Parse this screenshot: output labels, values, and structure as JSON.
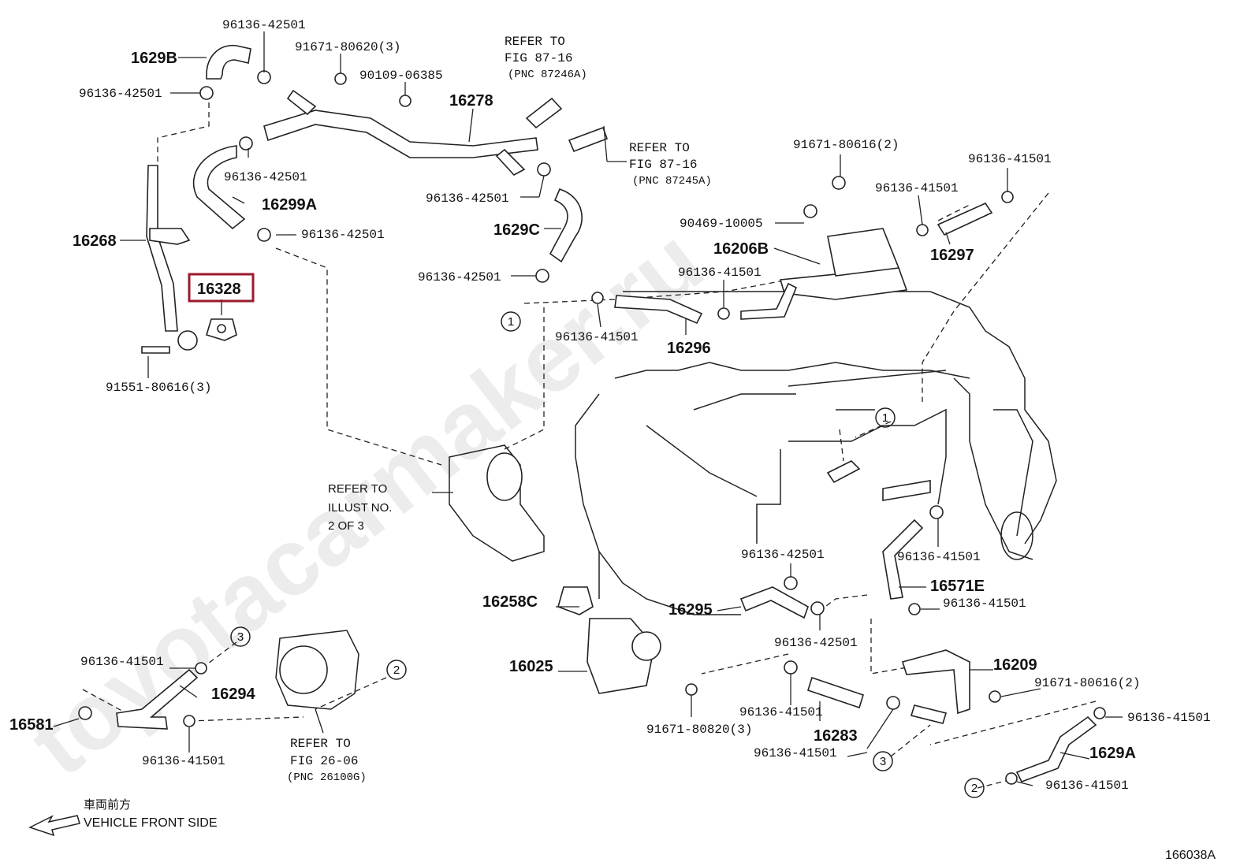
{
  "watermark": "toyotacarmaker.ru",
  "highlight_part": "16328",
  "part_numbers": {
    "p16298B": "1629B",
    "p16268": "16268",
    "p16328": "16328",
    "p16299A": "16299A",
    "p16278": "16278",
    "p16298C": "1629C",
    "p16296": "16296",
    "p16206B": "16206B",
    "p16297": "16297",
    "p16258C": "16258C",
    "p16025": "16025",
    "p16295": "16295",
    "p16571E": "16571E",
    "p16209": "16209",
    "p16283": "16283",
    "p16298A": "1629A",
    "p16294": "16294",
    "p16581": "16581"
  },
  "codes": {
    "c1": "96136-42501",
    "c2": "91671-80620(3)",
    "c3": "90109-06385",
    "c4": "96136-42501",
    "c5": "96136-42501",
    "c6": "96136-42501",
    "c7": "96136-42501",
    "c8": "96136-42501",
    "c9": "91551-80616(3)",
    "c10": "91671-80616(2)",
    "c11": "96136-41501",
    "c12": "96136-41501",
    "c13": "90469-10005",
    "c14": "96136-41501",
    "c15": "96136-41501",
    "c16": "96136-42501",
    "c17": "96136-41501",
    "c18": "96136-42501",
    "c19": "96136-41501",
    "c20": "91671-80616(2)",
    "c21": "96136-41501",
    "c22": "96136-41501",
    "c23": "91671-80820(3)",
    "c24": "96136-41501",
    "c25": "96136-41501",
    "c26": "96136-41501",
    "c27": "96136-41501"
  },
  "refs": {
    "r1_l1": "REFER TO",
    "r1_l2": "FIG 87-16",
    "r1_l3": "(PNC 87246A)",
    "r2_l1": "REFER TO",
    "r2_l2": "FIG 87-16",
    "r2_l3": "(PNC 87245A)",
    "r3_l1": "REFER TO",
    "r3_l2": "ILLUST NO.",
    "r3_l3": "2 OF 3",
    "r4_l1": "REFER TO",
    "r4_l2": "FIG 26-06",
    "r4_l3": "(PNC 26100G)"
  },
  "circles": {
    "one": "1",
    "two": "2",
    "three": "3"
  },
  "front": {
    "jp": "車両前方",
    "en": "VEHICLE FRONT SIDE"
  },
  "figure_id": "166038A"
}
